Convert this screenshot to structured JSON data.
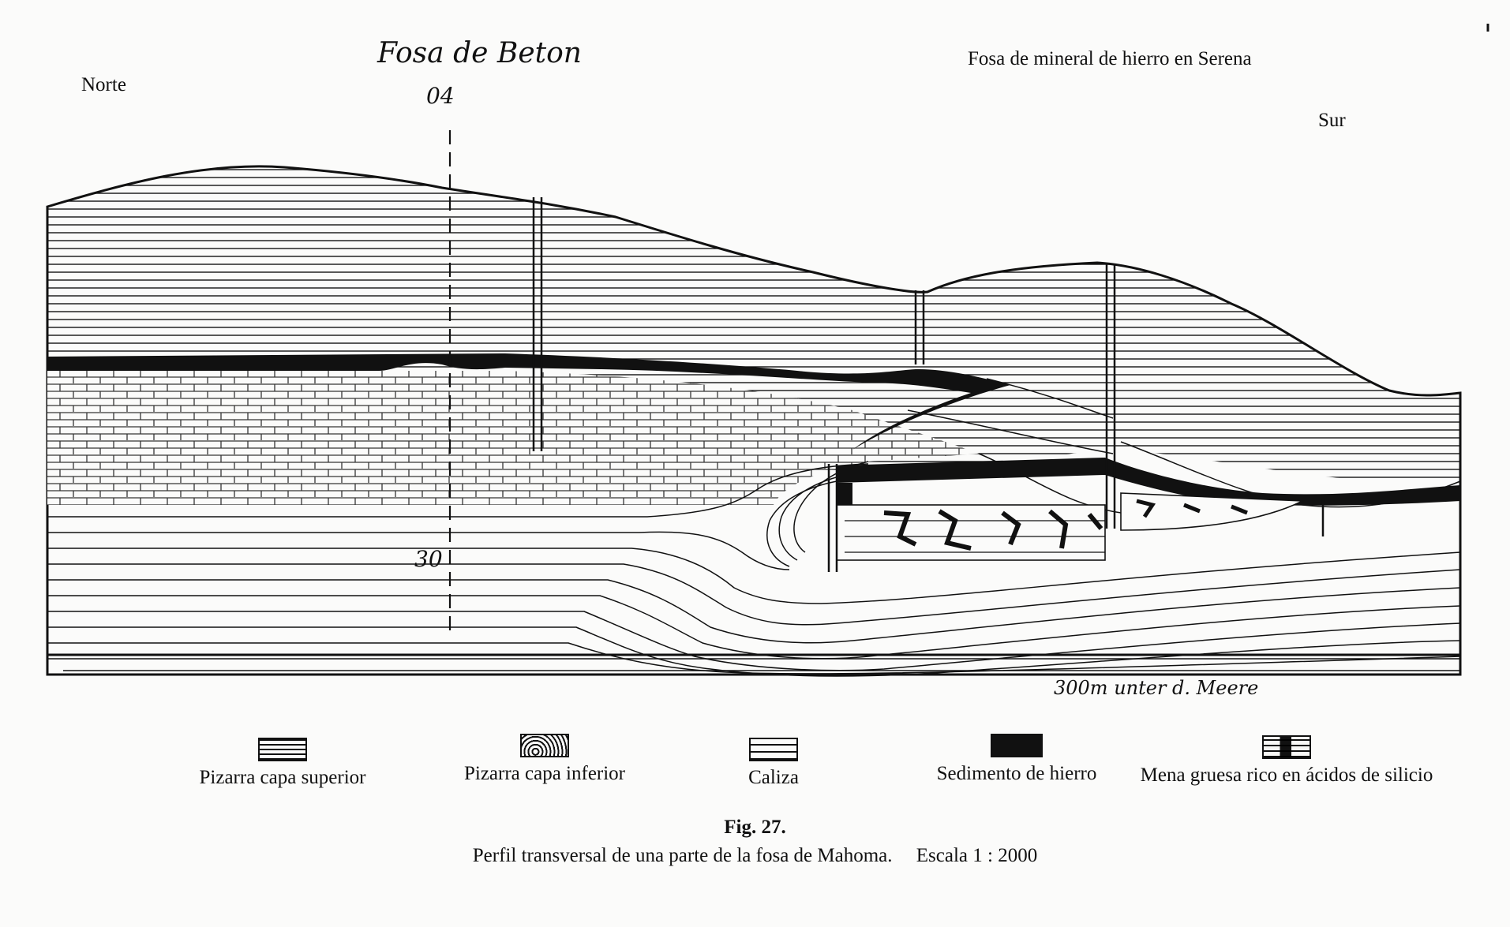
{
  "labels": {
    "north": "Norte",
    "south": "Sur",
    "pit_left": "Fosa de Beton",
    "pit_left_mark": "04",
    "pit_right": "Fosa de mineral de hierro en Serena",
    "depth_mark": "30",
    "scale_note": "300m unter d. Meere"
  },
  "legend": [
    {
      "label": "Pizarra capa superior",
      "icon": "striped-swatch-icon"
    },
    {
      "label": "Pizarra capa inferior",
      "icon": "wavy-swatch-icon"
    },
    {
      "label": "Caliza",
      "icon": "lined-swatch-icon"
    },
    {
      "label": "Sedimento de hierro",
      "icon": "solid-black-swatch-icon"
    },
    {
      "label": "Mena gruesa rico en ácidos de silicio",
      "icon": "mixed-swatch-icon"
    }
  ],
  "caption": {
    "fig": "Fig. 27.",
    "text": "Perfil transversal de una parte de la fosa de Mahoma.",
    "scale": "Escala 1 : 2000"
  },
  "colors": {
    "ink": "#111111",
    "paper": "#fbfbfa"
  }
}
